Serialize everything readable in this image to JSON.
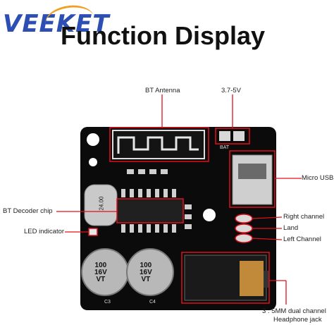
{
  "brand": {
    "logo_text": "VEEKET"
  },
  "title": "Function Display",
  "board": {
    "silkscreen": {
      "bat": "BAT",
      "c3": "C3",
      "c4": "C4"
    },
    "chip_marking": "24.00",
    "capacitors": [
      {
        "lines": [
          "100",
          "16V",
          "VT"
        ]
      },
      {
        "lines": [
          "100",
          "16V",
          "VT"
        ]
      }
    ]
  },
  "labels": {
    "bt_antenna": "BT Antenna",
    "voltage": "3.7-5V",
    "micro_usb": "Micro USB",
    "bt_decoder": "BT Decoder chip",
    "right_channel": "Right channel",
    "land": "Land",
    "left_channel": "Left Channel",
    "led_indicator": "LED indicator",
    "jack_line1": "3 . 5MM dual channel",
    "jack_line2": "Headphone jack"
  },
  "colors": {
    "pcb": "#0b0b0b",
    "annotation": "#e0101a",
    "brand": "#2d4fb3",
    "brass": "#c08a3a"
  }
}
